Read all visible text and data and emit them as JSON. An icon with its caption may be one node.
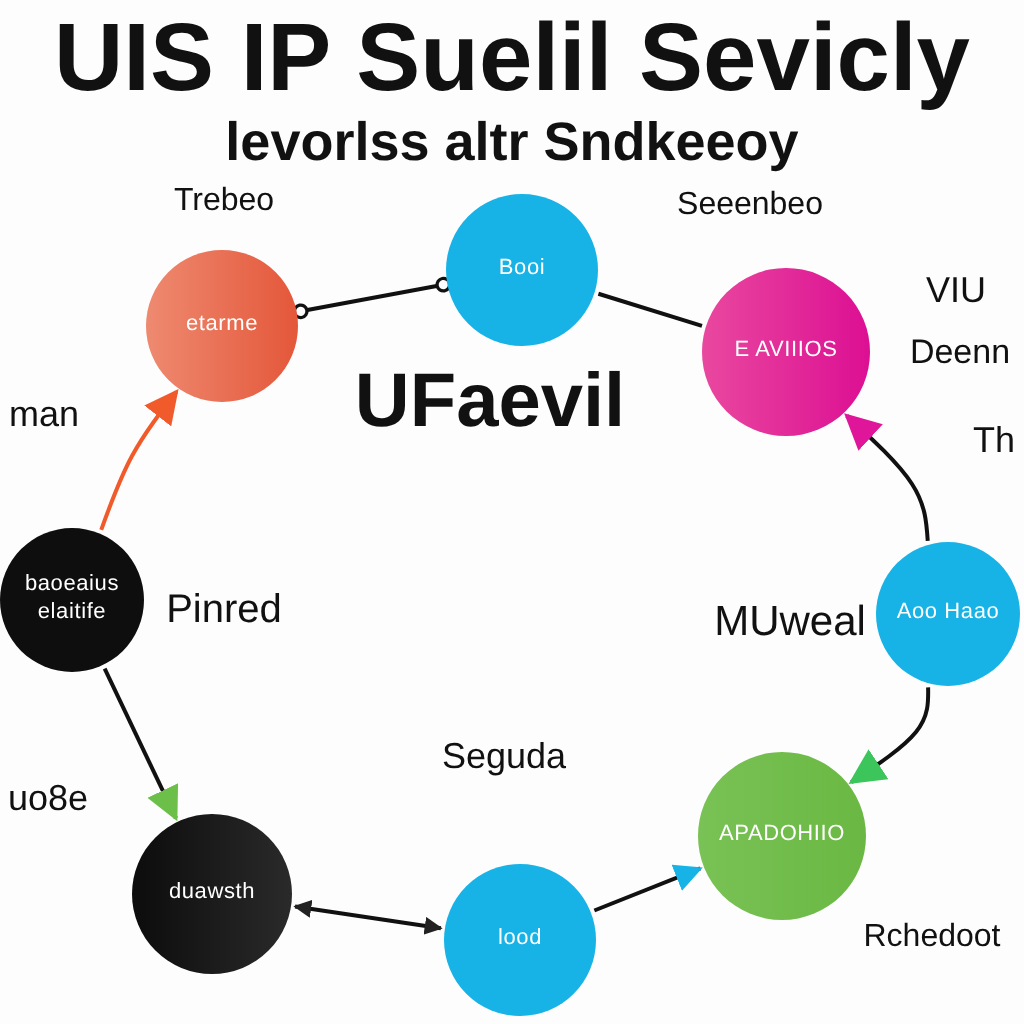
{
  "diagram": {
    "title": "UIS IP Suelil Sevicly",
    "nodes": [
      {
        "text": [
          "etarme"
        ]
      },
      {
        "text": [
          "Booi"
        ]
      },
      {
        "text": [
          "E AVIIIOS"
        ]
      },
      {
        "text": [
          "Aoo Haao"
        ]
      },
      {
        "text": [
          "APADOHIIO"
        ]
      },
      {
        "text": [
          "lood"
        ]
      },
      {
        "text": [
          "duawsth"
        ]
      },
      {
        "text": [
          "baoeaius elaitife"
        ]
      }
    ],
    "edges": [
      {
        "from": 7,
        "to": 0,
        "arrow": "to",
        "color": "#f15a2b"
      },
      {
        "from": 0,
        "to": 1,
        "arrow": "other"
      },
      {
        "from": 1,
        "to": 2,
        "arrow": "none"
      },
      {
        "from": 3,
        "to": 2,
        "arrow": "to"
      },
      {
        "from": 3,
        "to": 4,
        "arrow": "to"
      },
      {
        "from": 7,
        "to": 6,
        "arrow": "to"
      },
      {
        "from": 6,
        "to": 5,
        "arrow": "both"
      },
      {
        "from": 5,
        "to": 4,
        "arrow": "to"
      }
    ],
    "labels": [
      "levorlss altr Sndkeeoy",
      "Trebeo",
      "Seeenbeo",
      "VIU",
      "Deenn",
      "UFaevil",
      "man",
      "Th",
      "Pinred",
      "MUweal",
      "Seguda",
      "uo8e",
      "Rchedoot"
    ]
  }
}
